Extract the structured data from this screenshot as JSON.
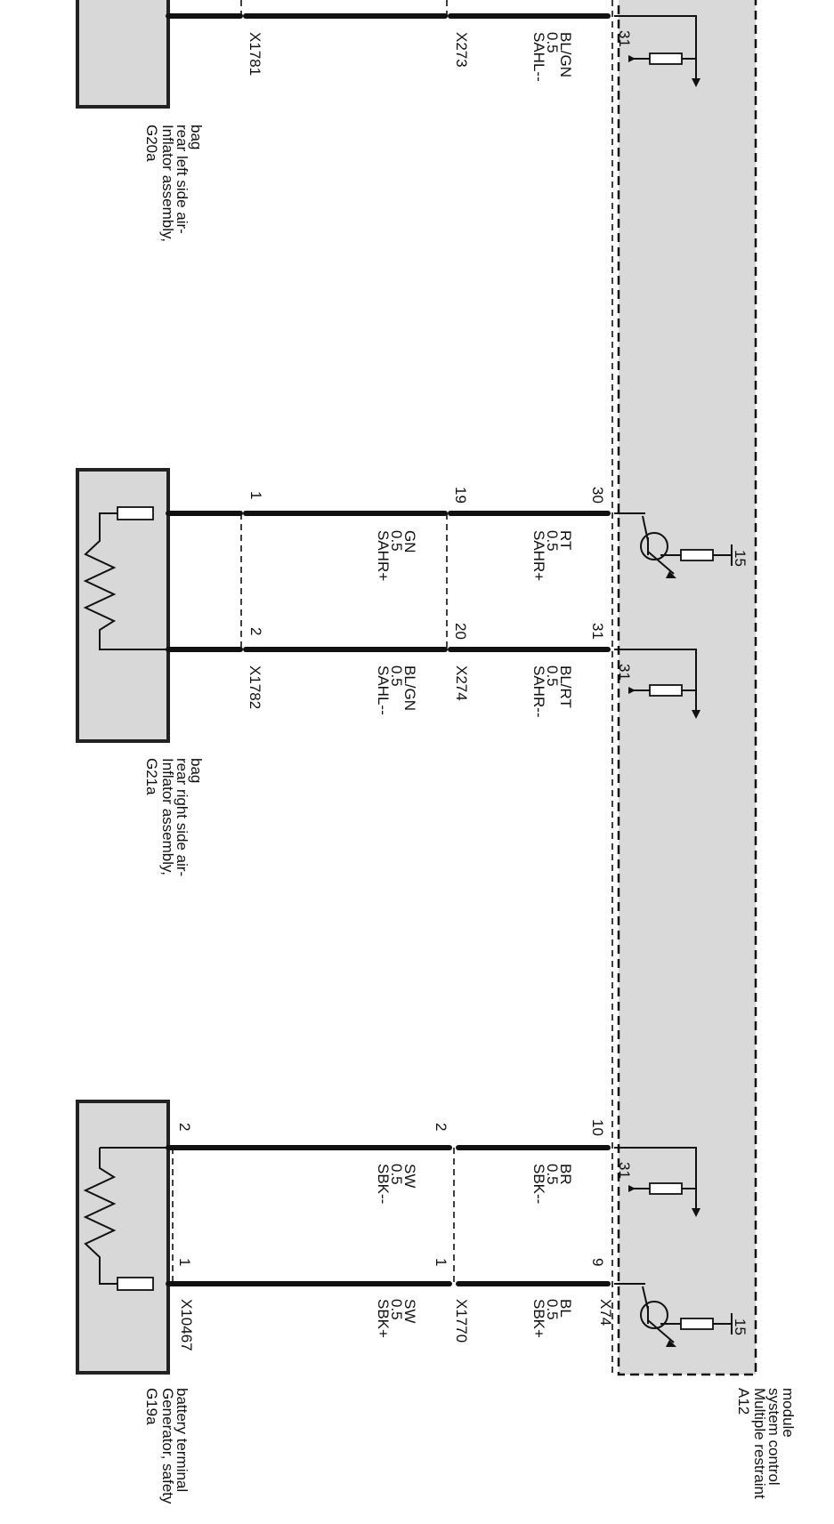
{
  "module": {
    "id": "A12",
    "name": [
      "Multiple restraint",
      "system control",
      "module"
    ],
    "terminal_31": "31",
    "terminal_15": "15"
  },
  "components": [
    {
      "id": "G20a",
      "name": [
        "Inflator assembly,",
        "rear left side air-",
        "bag"
      ]
    },
    {
      "id": "G21a",
      "name": [
        "Inflator assembly,",
        "rear right side air-",
        "bag"
      ]
    },
    {
      "id": "G19a",
      "name": [
        "Generator, safety",
        "battery terminal"
      ]
    }
  ],
  "wires": [
    {
      "module_pin": "31",
      "mid_pin": "",
      "comp_pin": "",
      "mod_label": [
        "SAHL--",
        "0.5",
        "BL/GN"
      ],
      "cmp_label": []
    },
    {
      "module_pin": "30",
      "mid_pin": "19",
      "comp_pin": "1",
      "mod_label": [
        "SAHR+",
        "0.5",
        "RT"
      ],
      "cmp_label": [
        "SAHR+",
        "0.5",
        "GN"
      ]
    },
    {
      "module_pin": "31",
      "mid_pin": "20",
      "comp_pin": "2",
      "mod_label": [
        "SAHR--",
        "0.5",
        "BL/RT"
      ],
      "cmp_label": [
        "SAHL--",
        "0.5",
        "BL/GN"
      ]
    },
    {
      "module_pin": "10",
      "mid_pin": "2",
      "comp_pin": "2",
      "mod_label": [
        "SBK--",
        "0.5",
        "BR"
      ],
      "cmp_label": [
        "SBK--",
        "0.5",
        "SW"
      ]
    },
    {
      "module_pin": "9",
      "mid_pin": "1",
      "comp_pin": "1",
      "mod_label": [
        "SBK+",
        "0.5",
        "BL"
      ],
      "cmp_label": [
        "SBK+",
        "0.5",
        "SW"
      ]
    }
  ],
  "connectors": [
    "X1781",
    "X273",
    "X1782",
    "X274",
    "X10467",
    "X1770",
    "X74"
  ]
}
